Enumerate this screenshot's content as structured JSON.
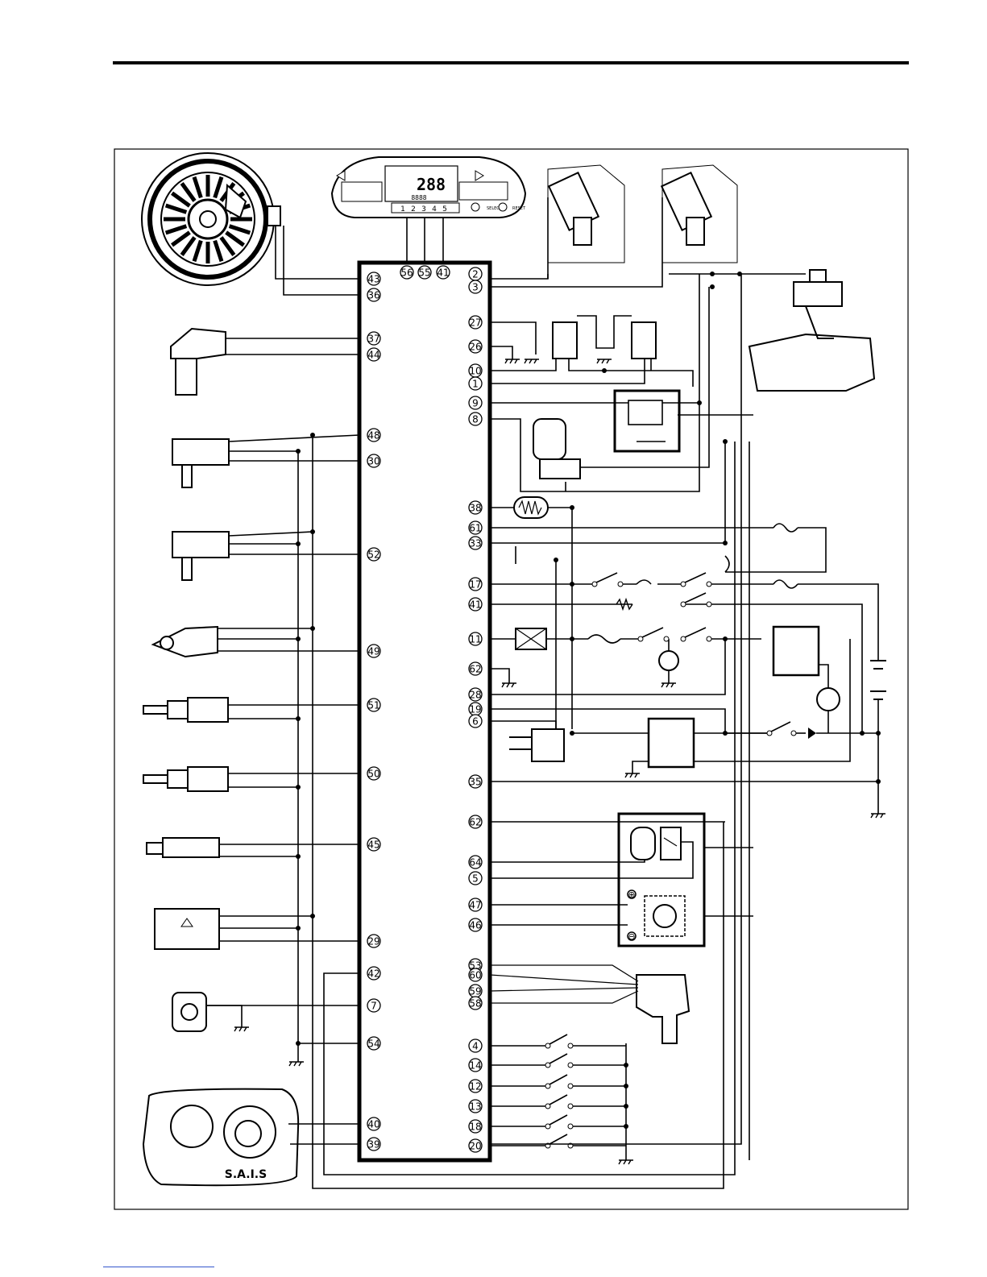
{
  "diagram": {
    "ecm_pins_left": [
      "43",
      "36",
      "37",
      "44",
      "48",
      "30",
      "52",
      "49",
      "51",
      "50",
      "45",
      "29",
      "42",
      "7",
      "54",
      "40",
      "39"
    ],
    "ecm_pins_top": [
      "56",
      "55",
      "41"
    ],
    "ecm_pins_right": [
      "2",
      "3",
      "27",
      "26",
      "10",
      "1",
      "9",
      "8",
      "38",
      "61",
      "33",
      "17",
      "41",
      "11",
      "62",
      "28",
      "19",
      "6",
      "35",
      "62",
      "64",
      "5",
      "47",
      "46",
      "53",
      "60",
      "59",
      "58",
      "4",
      "14",
      "12",
      "13",
      "18",
      "20"
    ],
    "meter_gear_digits": [
      "1",
      "2",
      "3",
      "4",
      "5"
    ],
    "meter_speed": "288",
    "meter_odo": "8888",
    "meter_buttons": [
      "SELECT",
      "RESET"
    ],
    "sais_label": "S.A.I.S",
    "actuator_plus": "⊕",
    "actuator_minus": "⊖"
  }
}
